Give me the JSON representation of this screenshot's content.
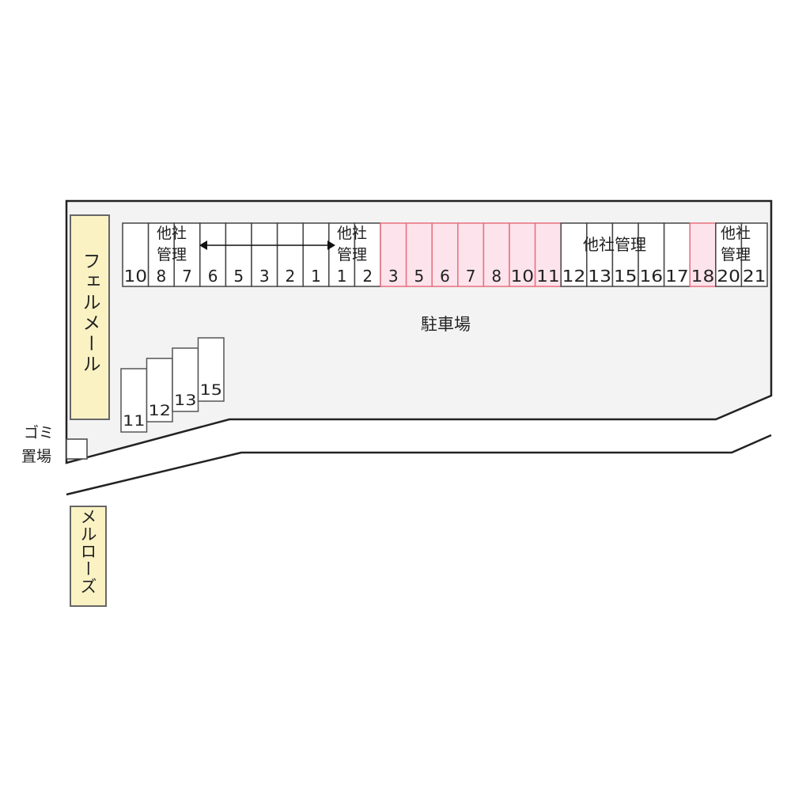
{
  "lot_label": "駐車場",
  "buildings": {
    "fell_mer": "フェルメール",
    "mel_rose": "メルローズ"
  },
  "garbage_label": [
    "ゴミ",
    "置場"
  ],
  "other_mgmt": "他社管理",
  "other_mgmt_lines": [
    "他社",
    "管理"
  ],
  "top_row": [
    {
      "no": "10",
      "highlight": false
    },
    {
      "no": "8",
      "highlight": false
    },
    {
      "no": "7",
      "highlight": false
    },
    {
      "no": "6",
      "highlight": false
    },
    {
      "no": "5",
      "highlight": false
    },
    {
      "no": "3",
      "highlight": false
    },
    {
      "no": "2",
      "highlight": false
    },
    {
      "no": "1",
      "highlight": false
    },
    {
      "no": "1",
      "highlight": false
    },
    {
      "no": "2",
      "highlight": false
    },
    {
      "no": "3",
      "highlight": true
    },
    {
      "no": "5",
      "highlight": true
    },
    {
      "no": "6",
      "highlight": true
    },
    {
      "no": "7",
      "highlight": true
    },
    {
      "no": "8",
      "highlight": true
    },
    {
      "no": "10",
      "highlight": true
    },
    {
      "no": "11",
      "highlight": true
    },
    {
      "no": "12",
      "highlight": false
    },
    {
      "no": "13",
      "highlight": false
    },
    {
      "no": "15",
      "highlight": false
    },
    {
      "no": "16",
      "highlight": false
    },
    {
      "no": "17",
      "highlight": false
    },
    {
      "no": "18",
      "highlight": true
    },
    {
      "no": "20",
      "highlight": false
    },
    {
      "no": "21",
      "highlight": false
    }
  ],
  "side_row": [
    "11",
    "12",
    "13",
    "15"
  ],
  "colors": {
    "lot": "#f3f3f3",
    "building": "#fbf2c4",
    "highlight_fill": "#fde4ec",
    "highlight_stroke": "#e8707f",
    "line": "#222222"
  }
}
